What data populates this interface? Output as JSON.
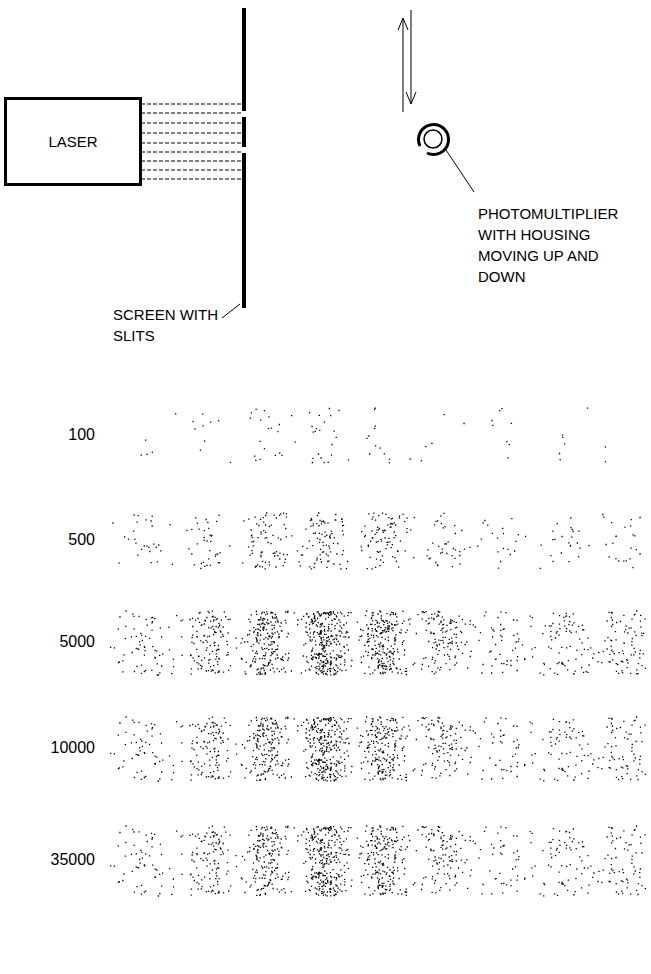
{
  "diagram": {
    "nodes": [
      {
        "text": [
          "LASER"
        ]
      }
    ],
    "labels": [
      "PHOTOMULTIPLIER WITH HOUSING MOVING UP AND DOWN",
      "SCREEN WITH SLITS",
      "100",
      "500",
      "5000",
      "10000",
      "35000"
    ]
  }
}
